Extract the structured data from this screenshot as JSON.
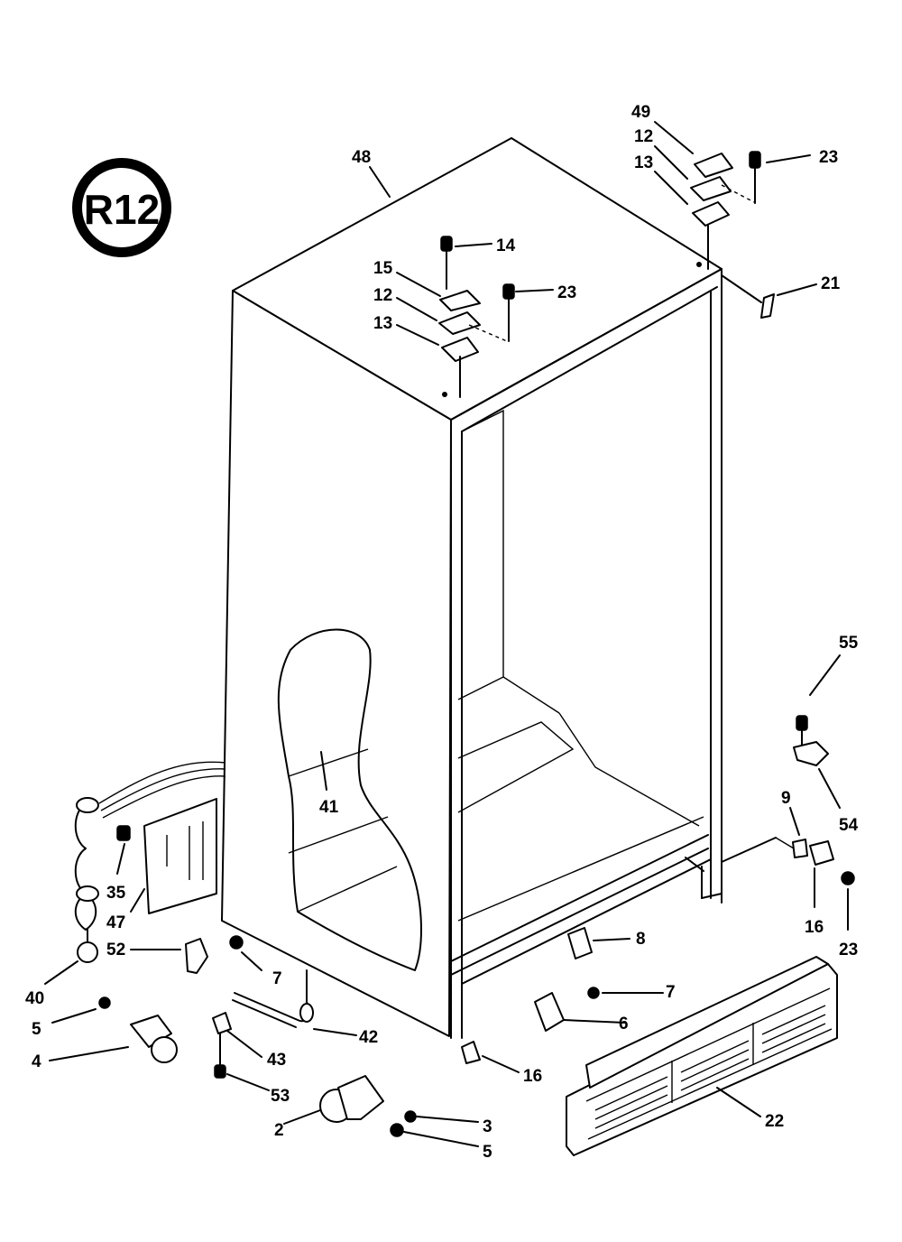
{
  "badge": {
    "text": "R12"
  },
  "callouts": [
    {
      "id": "c-48a",
      "text": "48"
    },
    {
      "id": "c-48b",
      "text": "49"
    },
    {
      "id": "c-12a",
      "text": "12"
    },
    {
      "id": "c-13a",
      "text": "13"
    },
    {
      "id": "c-23a",
      "text": "23"
    },
    {
      "id": "c-14",
      "text": "14"
    },
    {
      "id": "c-15",
      "text": "15"
    },
    {
      "id": "c-12b",
      "text": "12"
    },
    {
      "id": "c-13b",
      "text": "13"
    },
    {
      "id": "c-23b",
      "text": "23"
    },
    {
      "id": "c-21",
      "text": "21"
    },
    {
      "id": "c-55",
      "text": "55"
    },
    {
      "id": "c-54",
      "text": "54"
    },
    {
      "id": "c-9",
      "text": "9"
    },
    {
      "id": "c-16a",
      "text": "16"
    },
    {
      "id": "c-23c",
      "text": "23"
    },
    {
      "id": "c-41",
      "text": "41"
    },
    {
      "id": "c-35",
      "text": "35"
    },
    {
      "id": "c-47",
      "text": "47"
    },
    {
      "id": "c-52",
      "text": "52"
    },
    {
      "id": "c-7a",
      "text": "7"
    },
    {
      "id": "c-40",
      "text": "40"
    },
    {
      "id": "c-5a",
      "text": "5"
    },
    {
      "id": "c-4",
      "text": "4"
    },
    {
      "id": "c-42",
      "text": "42"
    },
    {
      "id": "c-43",
      "text": "43"
    },
    {
      "id": "c-53",
      "text": "53"
    },
    {
      "id": "c-8",
      "text": "8"
    },
    {
      "id": "c-7b",
      "text": "7"
    },
    {
      "id": "c-6",
      "text": "6"
    },
    {
      "id": "c-16b",
      "text": "16"
    },
    {
      "id": "c-2",
      "text": "2"
    },
    {
      "id": "c-3",
      "text": "3"
    },
    {
      "id": "c-5b",
      "text": "5"
    },
    {
      "id": "c-22",
      "text": "22"
    }
  ]
}
